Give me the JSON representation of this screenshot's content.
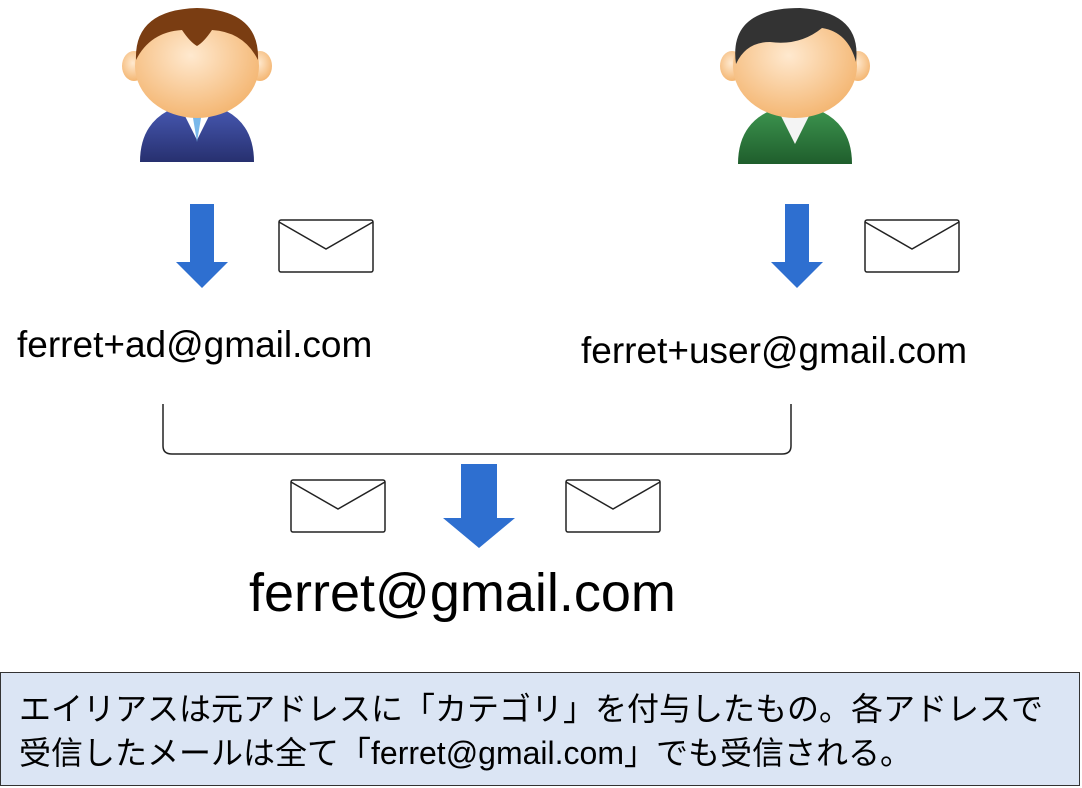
{
  "colors": {
    "arrow": "#2e6fd0",
    "suit": "#2f3f8f",
    "shirt_green": "#2d7a3d",
    "note_bg": "#dbe5f4"
  },
  "icons": {
    "left_person": "business-person-icon",
    "right_person": "casual-person-icon",
    "mail": "envelope-icon",
    "arrow": "down-arrow-icon"
  },
  "addresses": {
    "ad": "ferret+ad@gmail.com",
    "user": "ferret+user@gmail.com",
    "main": "ferret@gmail.com"
  },
  "note": {
    "text": "エイリアスは元アドレスに「カテゴリ」を付与したもの。各アドレスで受信したメールは全て「ferret@gmail.com」でも受信される。"
  }
}
